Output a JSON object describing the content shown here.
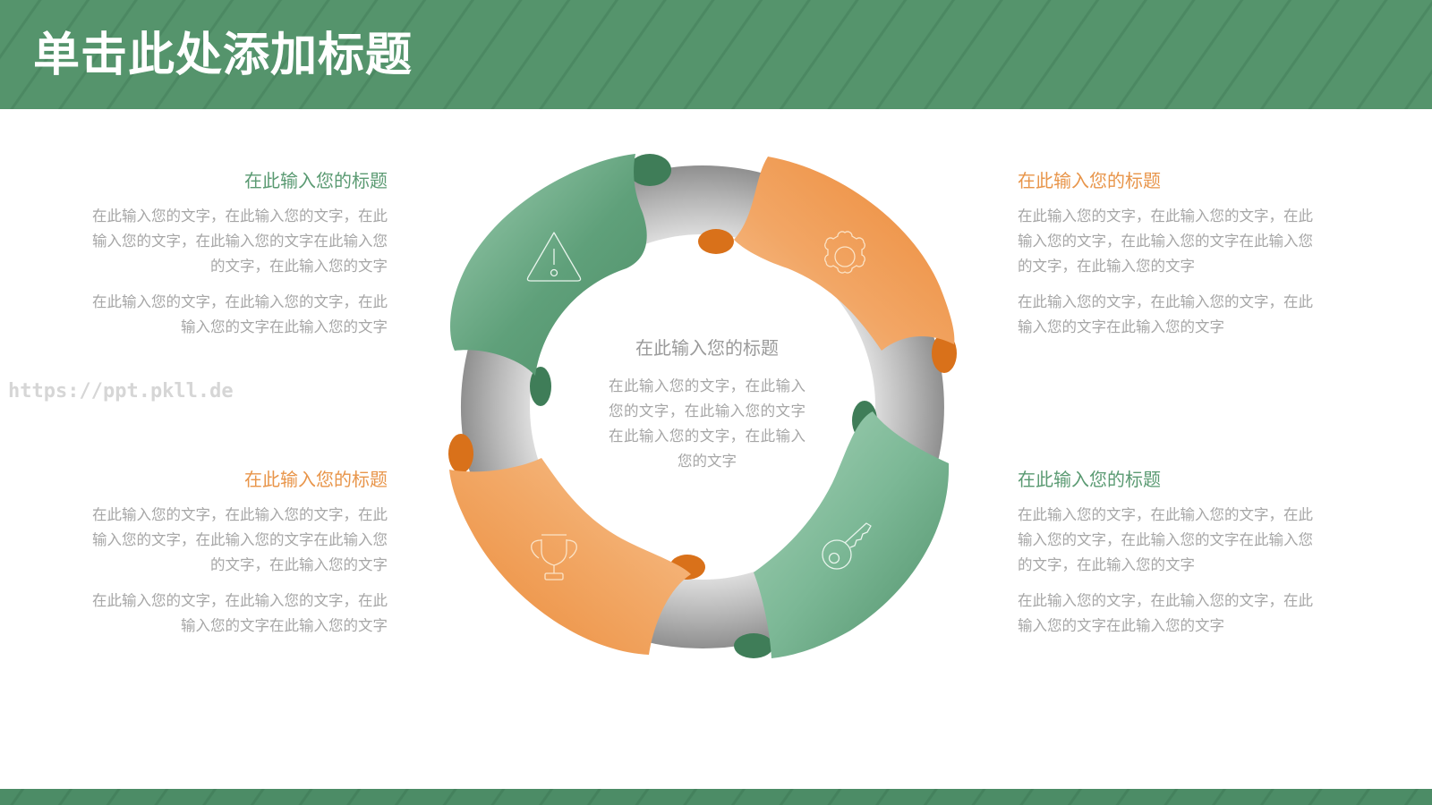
{
  "header": {
    "title": "单击此处添加标题",
    "color": "#55946c"
  },
  "watermark": "https://ppt.pkll.de",
  "center": {
    "title": "在此输入您的标题",
    "body": "在此输入您的文字，在此输入您的文字，在此输入您的文字在此输入您的文字，在此输入您的文字"
  },
  "blocks": [
    {
      "position": "top-left",
      "title": "在此输入您的标题",
      "title_color": "#5a9a72",
      "paragraphs": [
        "在此输入您的文字，在此输入您的文字，在此输入您的文字，在此输入您的文字在此输入您的文字，在此输入您的文字",
        "在此输入您的文字，在此输入您的文字，在此输入您的文字在此输入您的文字"
      ]
    },
    {
      "position": "top-right",
      "title": "在此输入您的标题",
      "title_color": "#e8954a",
      "paragraphs": [
        "在此输入您的文字，在此输入您的文字，在此输入您的文字，在此输入您的文字在此输入您的文字，在此输入您的文字",
        "在此输入您的文字，在此输入您的文字，在此输入您的文字在此输入您的文字"
      ]
    },
    {
      "position": "bottom-left",
      "title": "在此输入您的标题",
      "title_color": "#e8954a",
      "paragraphs": [
        "在此输入您的文字，在此输入您的文字，在此输入您的文字，在此输入您的文字在此输入您的文字，在此输入您的文字",
        "在此输入您的文字，在此输入您的文字，在此输入您的文字在此输入您的文字"
      ]
    },
    {
      "position": "bottom-right",
      "title": "在此输入您的标题",
      "title_color": "#5a9a72",
      "paragraphs": [
        "在此输入您的文字，在此输入您的文字，在此输入您的文字，在此输入您的文字在此输入您的文字，在此输入您的文字",
        "在此输入您的文字，在此输入您的文字，在此输入您的文字在此输入您的文字"
      ]
    }
  ],
  "ring": {
    "segments": [
      {
        "position": "top-left",
        "color": "green",
        "icon": "warning-icon"
      },
      {
        "position": "top-right",
        "color": "orange",
        "icon": "gear-icon"
      },
      {
        "position": "bottom-right",
        "color": "green",
        "icon": "key-icon"
      },
      {
        "position": "bottom-left",
        "color": "orange",
        "icon": "trophy-icon"
      }
    ],
    "colors": {
      "green": "#5a9e76",
      "green_light": "#8fc6a6",
      "orange": "#ee9040",
      "orange_light": "#f6bd8a",
      "tube": "#a8a8a8"
    }
  }
}
